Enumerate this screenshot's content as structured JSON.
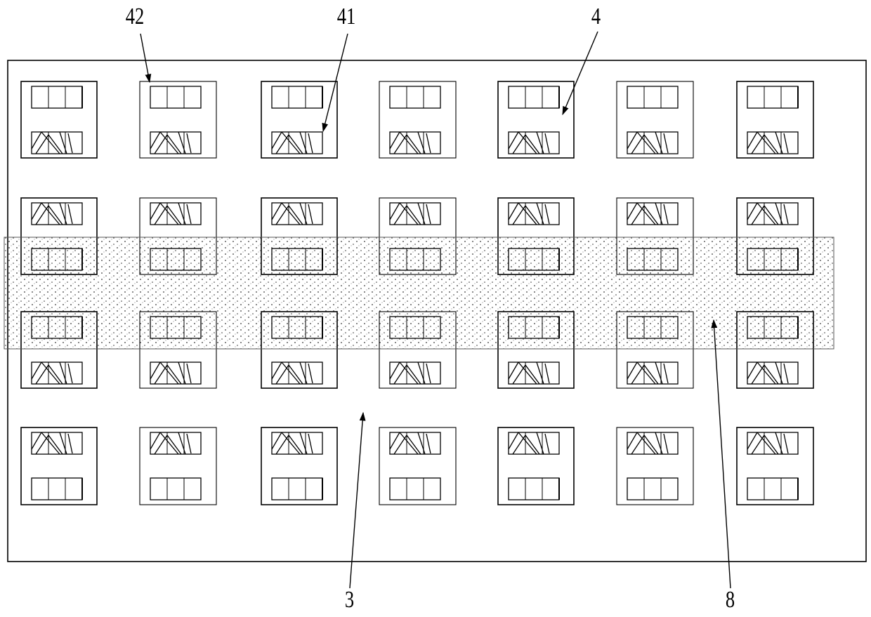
{
  "figure": {
    "panel_count": 28,
    "grid": {
      "rows": 4,
      "columns": 7
    },
    "colors": {
      "line": "#000000",
      "stipple": "#111111",
      "background": "#ffffff"
    }
  },
  "labels": {
    "l42": "42",
    "l41": "41",
    "l4": "4",
    "l3": "3",
    "l8": "8"
  }
}
